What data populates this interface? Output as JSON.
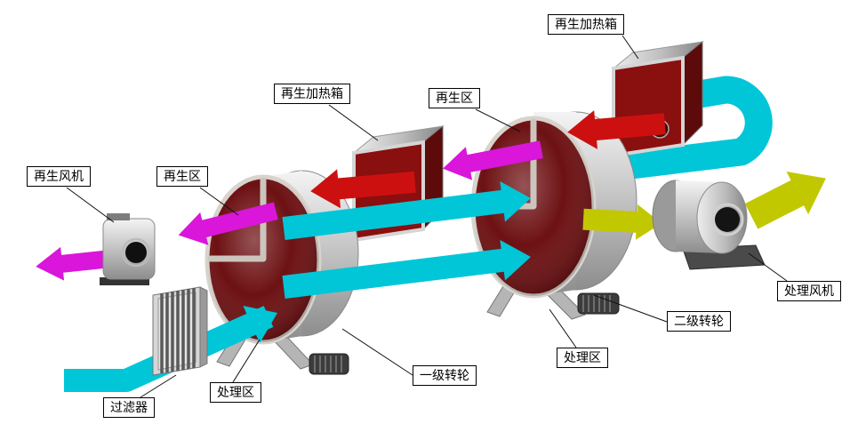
{
  "labels": {
    "regen_heater_2": "再生加热箱",
    "regen_heater_1": "再生加热箱",
    "regen_zone_2": "再生区",
    "regen_fan": "再生风机",
    "regen_zone_1": "再生区",
    "process_fan": "处理风机",
    "wheel_2": "二级转轮",
    "process_zone_2": "处理区",
    "wheel_1": "一级转轮",
    "process_zone_1": "处理区",
    "filter": "过滤器"
  },
  "colors": {
    "process_air": "#00c6d7",
    "regen_exhaust": "#d916d9",
    "hot_air": "#cc1010",
    "dry_air_out": "#c2c800",
    "wheel_face": "#6d1113",
    "heater_front": "#8a0f0f"
  },
  "components": [
    "filter",
    "first-stage-wheel",
    "second-stage-wheel",
    "regen-heater-box-1",
    "regen-heater-box-2",
    "regen-fan",
    "process-fan"
  ]
}
